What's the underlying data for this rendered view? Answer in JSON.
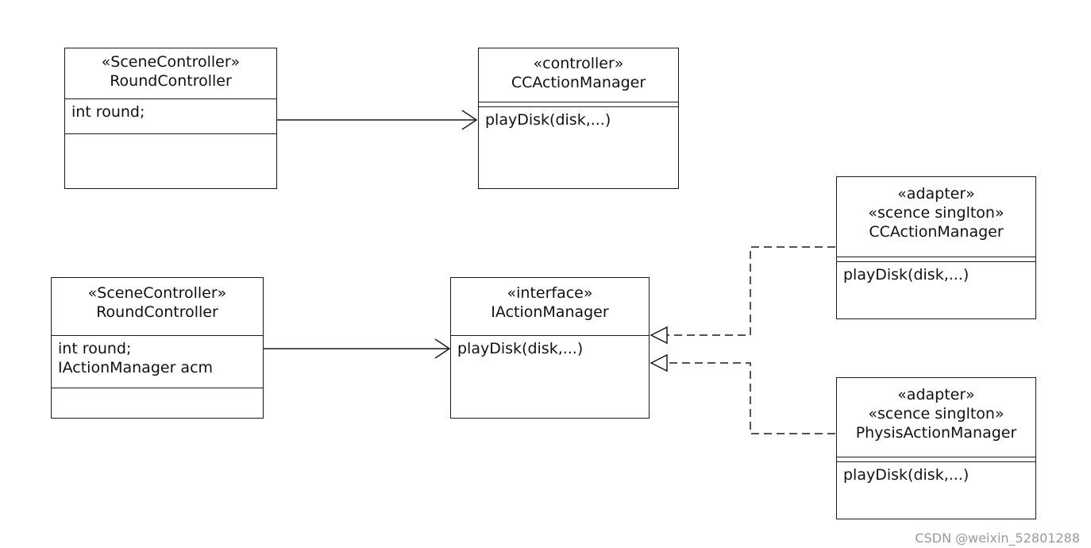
{
  "classes": {
    "round_top": {
      "stereotype": "«SceneController»",
      "name": "RoundController",
      "attributes": [
        "int round;"
      ]
    },
    "cc_top": {
      "stereotype": "«controller»",
      "name": "CCActionManager",
      "operations": [
        "playDisk(disk,...)"
      ]
    },
    "round_bottom": {
      "stereotype": "«SceneController»",
      "name": "RoundController",
      "attributes": [
        "int round;",
        "IActionManager acm"
      ]
    },
    "interface": {
      "stereotype": "«interface»",
      "name": "IActionManager",
      "operations": [
        "playDisk(disk,...)"
      ]
    },
    "cc_adapter": {
      "stereotype": "«adapter»",
      "stereotype2": "«scence singlton»",
      "name": "CCActionManager",
      "operations": [
        "playDisk(disk,...)"
      ]
    },
    "physis_adapter": {
      "stereotype": "«adapter»",
      "stereotype2": "«scence singlton»",
      "name": "PhysisActionManager",
      "operations": [
        "playDisk(disk,...)"
      ]
    }
  },
  "watermark": "CSDN @weixin_52801288"
}
